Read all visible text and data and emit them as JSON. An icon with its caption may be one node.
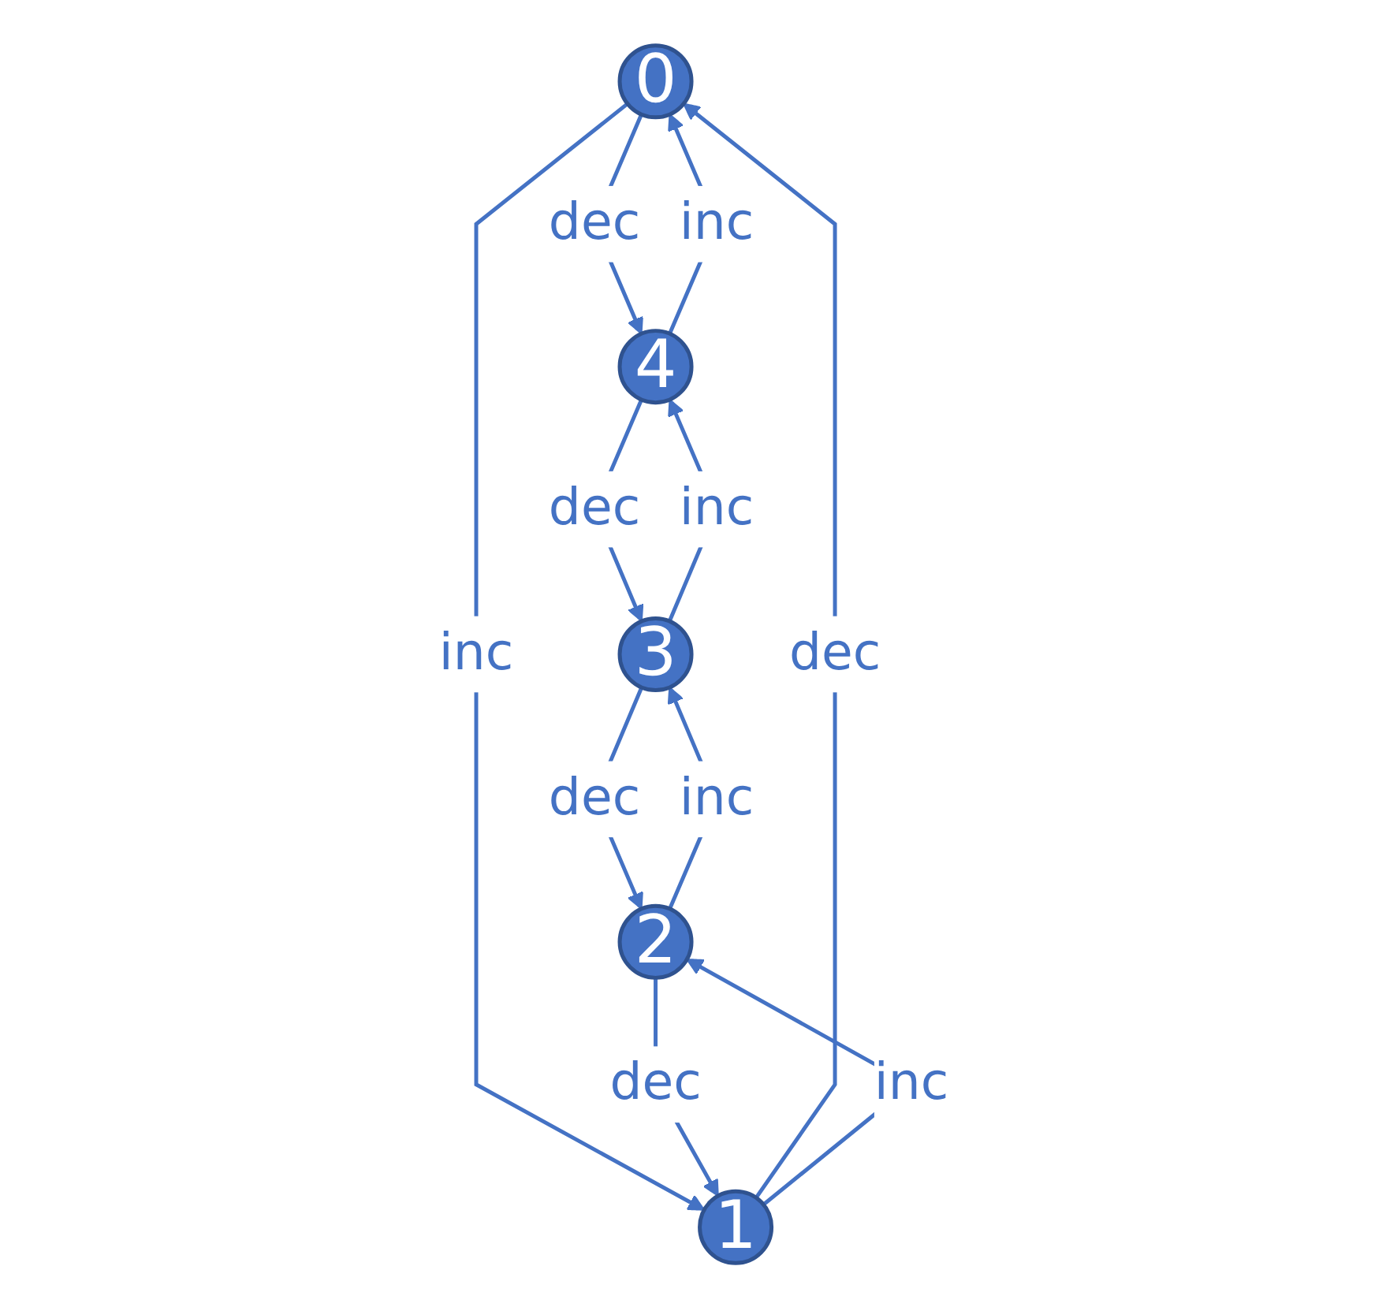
{
  "diagram": {
    "nodes": [
      {
        "text": [
          "0"
        ]
      },
      {
        "text": [
          "1"
        ]
      },
      {
        "text": [
          "2"
        ]
      },
      {
        "text": [
          "3"
        ]
      },
      {
        "text": [
          "4"
        ]
      }
    ],
    "edges": [
      {
        "from": 0,
        "to": 4,
        "arrow": "to",
        "label": "dec"
      },
      {
        "from": 4,
        "to": 0,
        "arrow": "to",
        "label": "inc"
      },
      {
        "from": 0,
        "to": 1,
        "arrow": "to",
        "label": "inc"
      },
      {
        "from": 1,
        "to": 0,
        "arrow": "to",
        "label": "dec"
      },
      {
        "from": 1,
        "to": 2,
        "arrow": "to",
        "label": "inc"
      },
      {
        "from": 2,
        "to": 1,
        "arrow": "to",
        "label": "dec"
      },
      {
        "from": 2,
        "to": 3,
        "arrow": "to",
        "label": "inc"
      },
      {
        "from": 3,
        "to": 2,
        "arrow": "to",
        "label": "dec"
      },
      {
        "from": 3,
        "to": 4,
        "arrow": "to",
        "label": "inc"
      },
      {
        "from": 4,
        "to": 3,
        "arrow": "to",
        "label": "dec"
      }
    ]
  }
}
